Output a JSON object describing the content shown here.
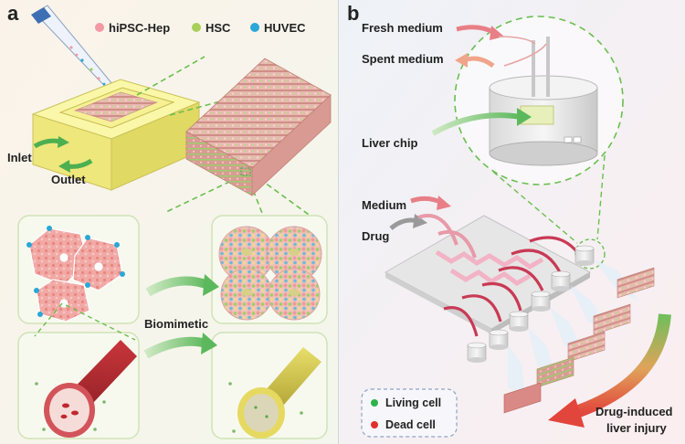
{
  "panel_a": {
    "letter": "a",
    "legend": [
      {
        "label": "hiPSC-Hep",
        "color": "#f29aa3"
      },
      {
        "label": "HSC",
        "color": "#a9cf5b"
      },
      {
        "label": "HUVEC",
        "color": "#2aa7d6"
      }
    ],
    "inlet": "Inlet",
    "outlet": "Outlet",
    "biomimetic": "Biomimetic"
  },
  "panel_b": {
    "letter": "b",
    "fresh_medium": "Fresh medium",
    "spent_medium": "Spent medium",
    "liver_chip": "Liver chip",
    "medium": "Medium",
    "drug": "Drug",
    "living_cell": "Living cell",
    "dead_cell": "Dead cell",
    "drug_injury_line1": "Drug-induced",
    "drug_injury_line2": "liver injury",
    "colors": {
      "living": "#2db34a",
      "dead": "#e0302c",
      "arrow_green": "#5cb85c",
      "arrow_pink": "#e87f86"
    }
  }
}
